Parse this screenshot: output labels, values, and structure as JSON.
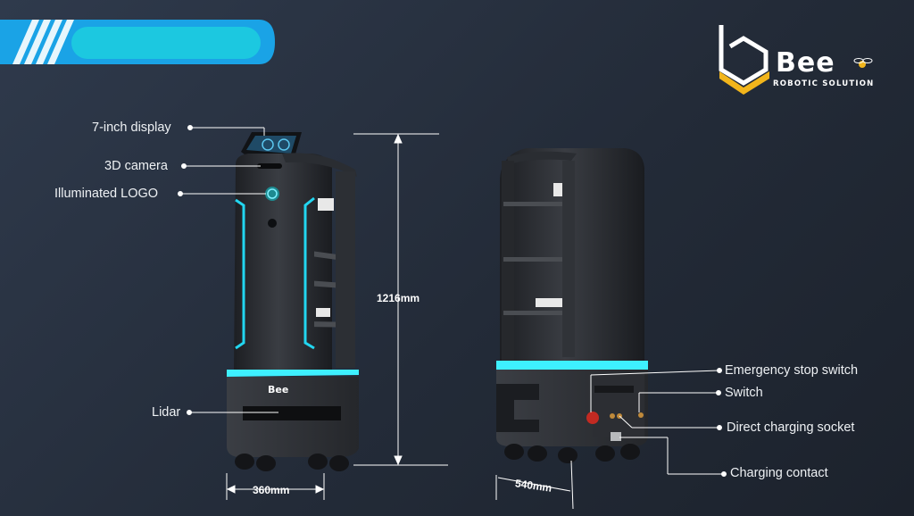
{
  "brand": {
    "name": "Bee",
    "tagline": "ROBOTIC SOLUTION",
    "accent": "#f2b51b",
    "banner_color": "#1aa3e6",
    "banner_pill_color": "#1cc8e0"
  },
  "callouts": {
    "display": "7-inch display",
    "camera": "3D camera",
    "logo": "Illuminated LOGO",
    "lidar": "Lidar",
    "emergency": "Emergency stop switch",
    "switch": "Switch",
    "charging_socket": "Direct charging socket",
    "charging_contact": "Charging contact"
  },
  "dimensions": {
    "height": "1216mm",
    "width": "360mm",
    "depth": "540mm"
  },
  "robot_logo_text": "Bee",
  "glow_color": "#22d6f0"
}
